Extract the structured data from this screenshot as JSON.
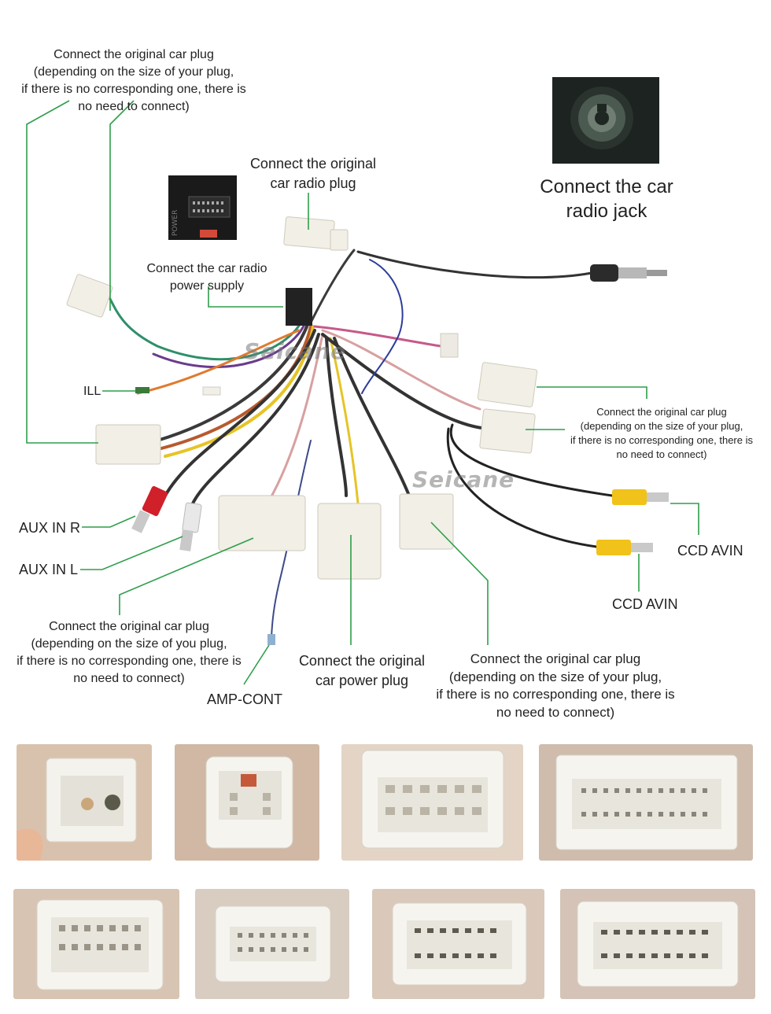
{
  "watermark": "Seicane",
  "labels": {
    "top_left_plug": "Connect the original car plug\n(depending on the size of your plug,\nif there is no corresponding one, there is\nno need to connect)",
    "radio_plug": "Connect the original\ncar radio plug",
    "radio_jack": "Connect the car\nradio jack",
    "power_supply": "Connect the car radio\npower supply",
    "ill": "ILL",
    "right_plug": "Connect the original car plug\n(depending on the size of your plug,\nif there is no corresponding one, there is\nno need to connect)",
    "aux_r": "AUX IN R",
    "aux_l": "AUX IN L",
    "ccd_avin_1": "CCD AVIN",
    "ccd_avin_2": "CCD AVIN",
    "bottom_left_plug": "Connect the original car plug\n(depending on the size of you plug,\nif there is no corresponding one, there is\nno need to connect)",
    "power_plug": "Connect the original\ncar power plug",
    "bottom_right_plug": "Connect the original car plug\n(depending on the size of your plug,\nif there is no corresponding one, there is\nno need to connect)",
    "amp_cont": "AMP-CONT"
  },
  "colors": {
    "pointer_line": "#2e9e4a",
    "connector": "#f1efe6",
    "rca_red": "#d0202a",
    "rca_yellow": "#f1c21a",
    "rca_white": "#e8e8e8"
  }
}
